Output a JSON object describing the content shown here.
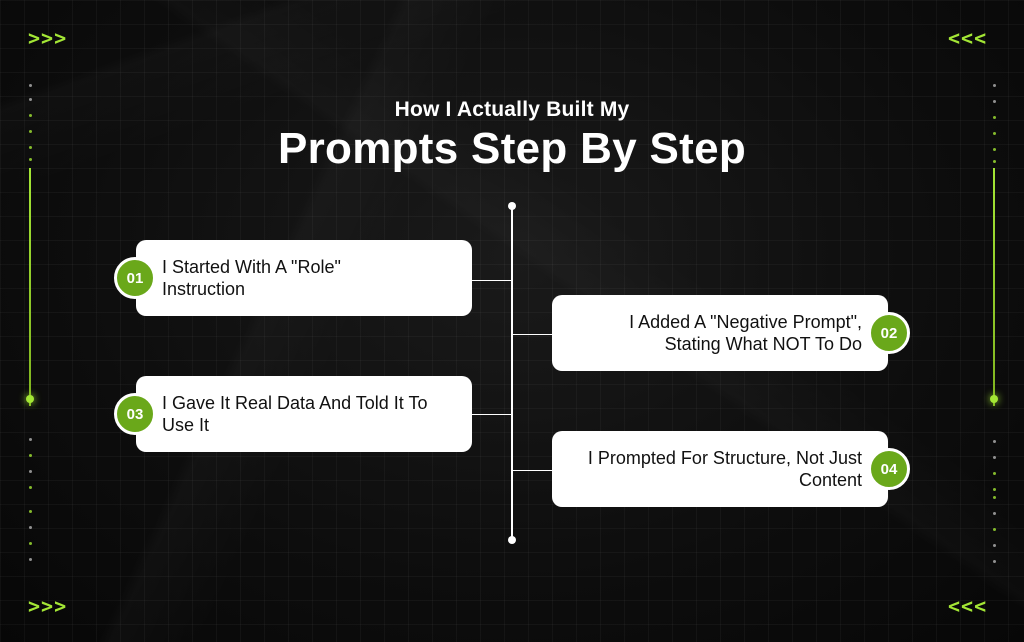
{
  "title": {
    "line1": "How I Actually Built My",
    "line2": "Prompts Step By Step"
  },
  "decor": {
    "left_chevrons": ">>>",
    "right_chevrons": "<<<",
    "accent_color": "#a3e635",
    "badge_color": "#6aa81a"
  },
  "steps": [
    {
      "number": "01",
      "text": "I Started With A \"Role\" Instruction",
      "side": "left"
    },
    {
      "number": "02",
      "text": "I Added A \"Negative Prompt\", Stating What NOT To Do",
      "side": "right"
    },
    {
      "number": "03",
      "text": "I Gave It Real Data And Told It To Use It",
      "side": "left"
    },
    {
      "number": "04",
      "text": "I Prompted For Structure, Not Just Content",
      "side": "right"
    }
  ]
}
